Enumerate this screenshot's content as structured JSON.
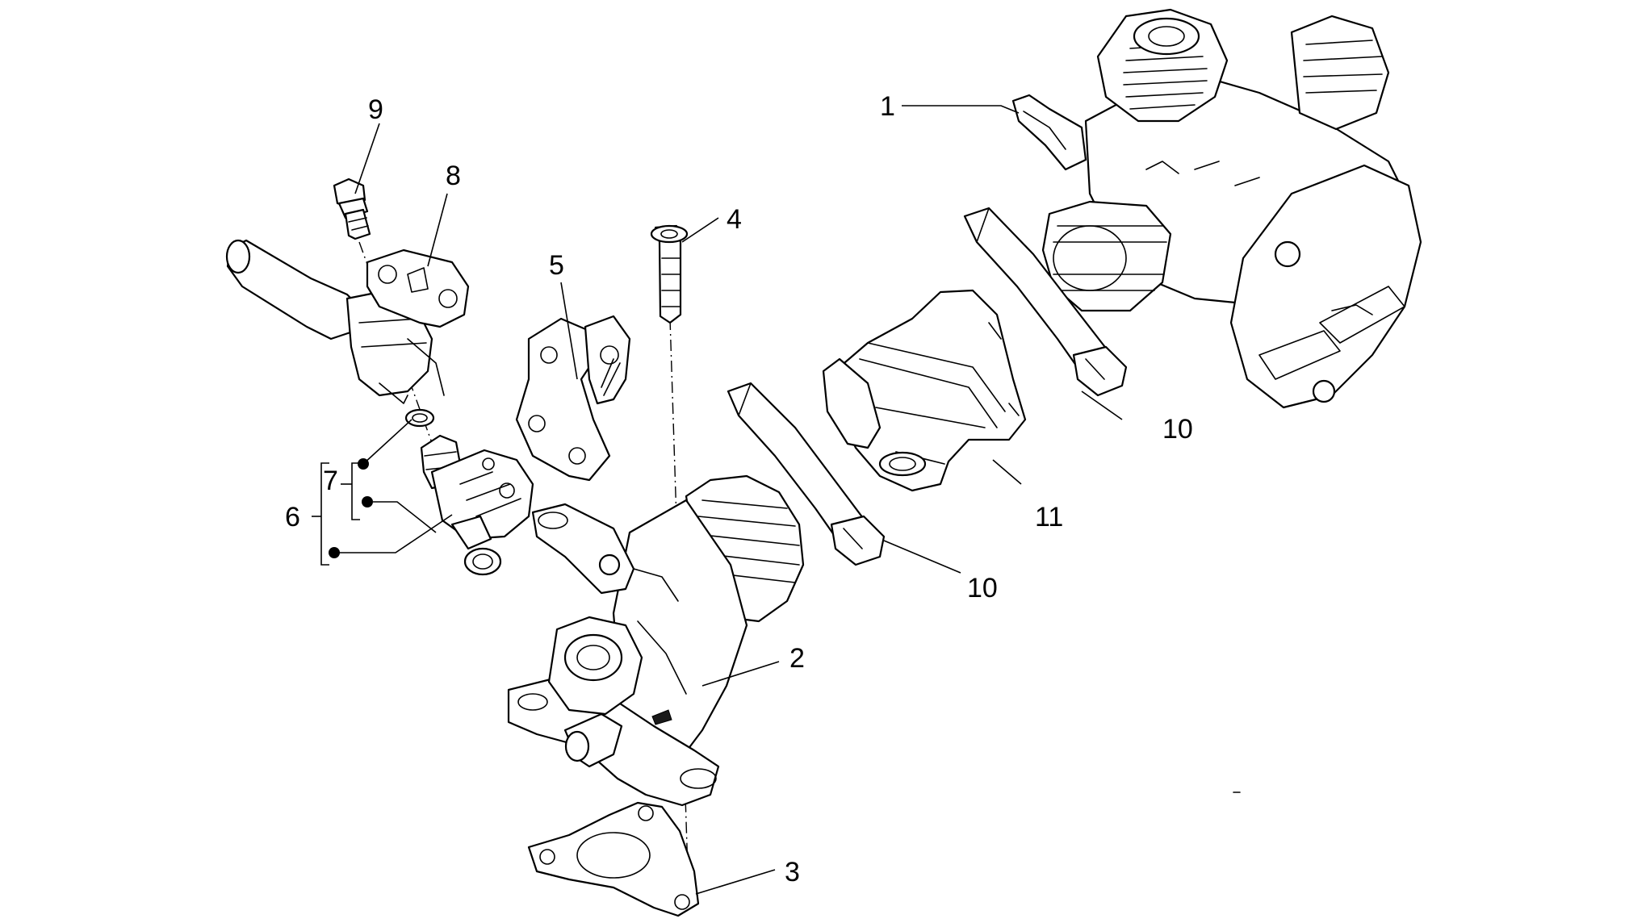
{
  "callouts": {
    "c1": "1",
    "c2": "2",
    "c3": "3",
    "c4": "4",
    "c5": "5",
    "c6": "6",
    "c7": "7",
    "c8": "8",
    "c9": "9",
    "c10a": "10",
    "c10b": "10",
    "c11": "11"
  },
  "colors": {
    "line": "#000000",
    "background": "#ffffff"
  }
}
